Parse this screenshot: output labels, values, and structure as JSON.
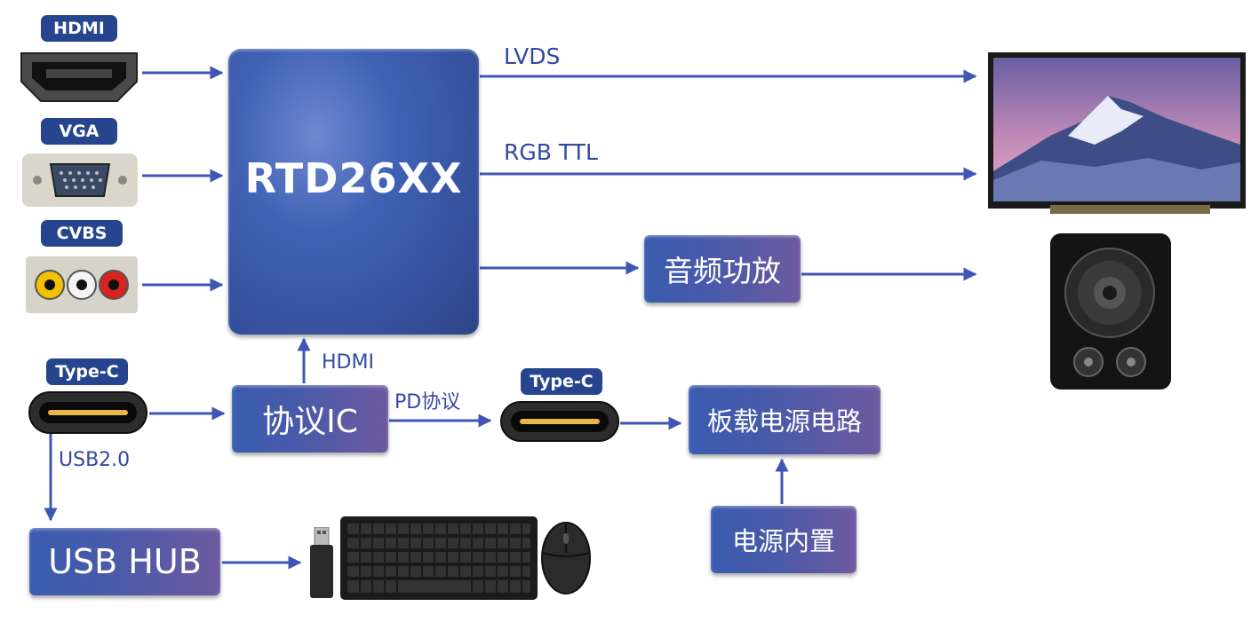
{
  "inputs": {
    "hdmi_tag": "HDMI",
    "vga_tag": "VGA",
    "cvbs_tag": "CVBS",
    "typec_tag": "Type-C"
  },
  "chip": {
    "label": "RTD26XX"
  },
  "outputs": {
    "lvds": "LVDS",
    "rgb_ttl": "RGB TTL",
    "audio_amp": "音频功放"
  },
  "protocol": {
    "ic_label": "协议IC",
    "hdmi_label": "HDMI",
    "pd_label": "PD协议",
    "typec_tag": "Type-C"
  },
  "power": {
    "board_label": "板载电源电路",
    "builtin_label": "电源内置"
  },
  "usb": {
    "usb2_label": "USB2.0",
    "hub_label": "USB HUB"
  },
  "colors": {
    "arrow": "#3f56b5",
    "tag_bg": "#27458f",
    "chip_blue": "#4061b4",
    "box_purple": "#6d5aa0"
  }
}
